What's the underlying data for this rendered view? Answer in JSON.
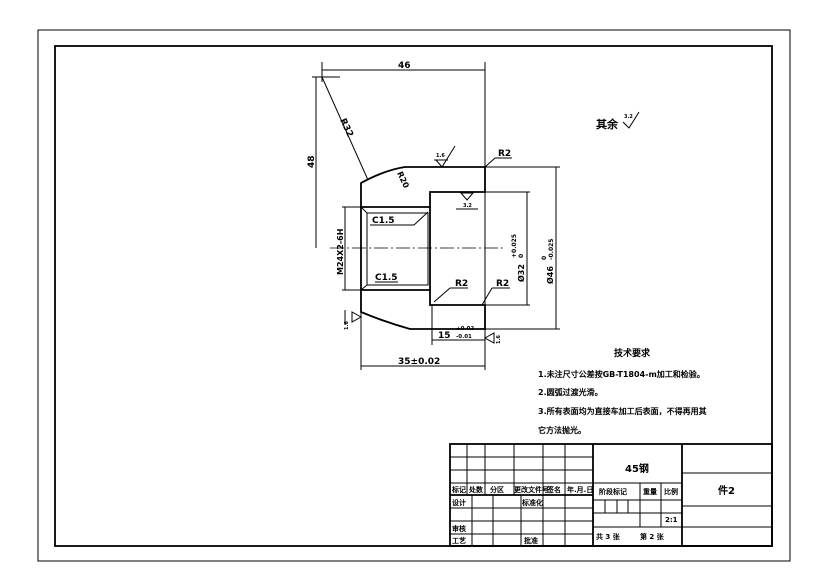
{
  "drawing": {
    "dimensions": {
      "length_46": "46",
      "height_48": "48",
      "radius_r32": "R32",
      "radius_r20": "R20",
      "chamfer_top": "C1.5",
      "chamfer_bottom": "C1.5",
      "thread": "M24X2-6H",
      "bore_dia": "Ø32",
      "bore_tol_upper": "+0.025",
      "bore_tol_lower": "0",
      "outer_dia": "Ø46",
      "outer_tol_upper": "0",
      "outer_tol_lower": "-0.025",
      "radius_r2_top": "R2",
      "radius_r2_inner": "R2",
      "radius_r2_outer": "R2",
      "depth_15": "15",
      "depth_tol_upper": "+0.02",
      "depth_tol_lower": "-0.01",
      "length_35": "35±0.02"
    },
    "roughness": {
      "top": "1.6",
      "bore": "3.2",
      "left": "1.6",
      "right": "1.6",
      "rest_label": "其余",
      "rest_value": "3.2"
    }
  },
  "notes": {
    "title": "技术要求",
    "items": [
      "1.未注尺寸公差按GB-T1804-m加工和检验。",
      "2.圆弧过渡光滑。",
      "3.所有表面均为直接车加工后表面，不得再用其",
      "它方法抛光。"
    ]
  },
  "title_block": {
    "headers": [
      "标记",
      "处数",
      "分区",
      "更改文件号",
      "签名",
      "年.月.日"
    ],
    "design": "设计",
    "standardization": "标准化",
    "review": "审核",
    "process": "工艺",
    "approve": "批准",
    "material": "45钢",
    "stage_mark": "阶段标记",
    "weight": "重量",
    "scale_label": "比例",
    "scale": "2:1",
    "sheets_total_label": "共 3 张",
    "sheet_label": "第 2 张",
    "part_name": "件2"
  }
}
